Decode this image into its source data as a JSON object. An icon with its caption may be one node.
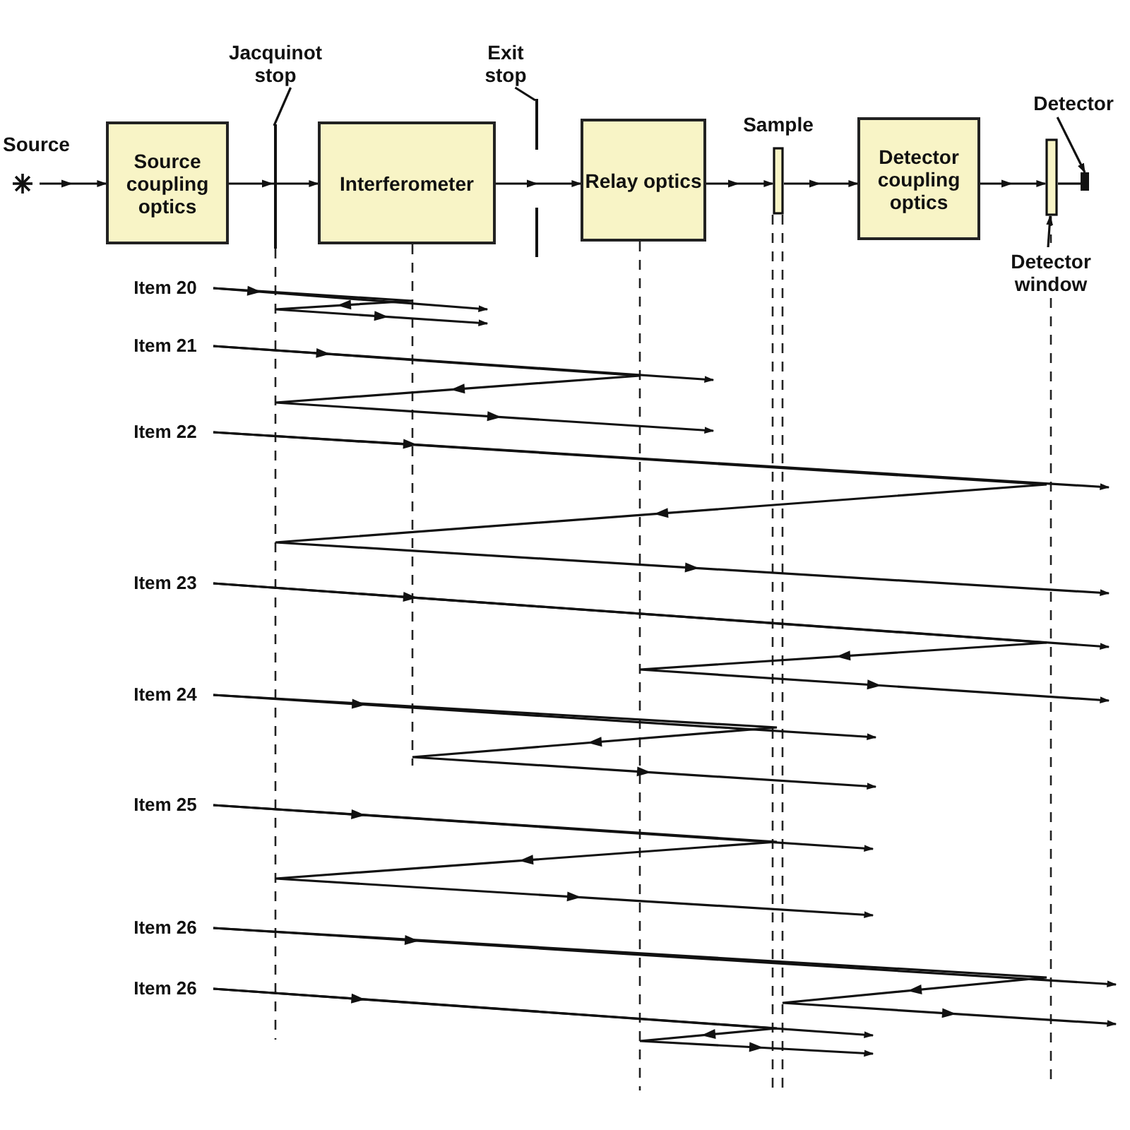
{
  "diagram": {
    "nodes": [
      {
        "text": [],
        "shape": "star",
        "beside": [
          "Source"
        ]
      },
      {
        "text": [
          "Source coupling optics"
        ]
      },
      {
        "text": [
          "Jacquinot stop"
        ]
      },
      {
        "text": [],
        "shape": "bar"
      },
      {
        "text": [
          "Interferometer"
        ]
      },
      {
        "text": [
          "Exit stop"
        ]
      },
      {
        "text": [],
        "shape": "bar"
      },
      {
        "text": [
          "Relay optics"
        ]
      },
      {
        "text": [],
        "shape": "bar",
        "beside": [
          "Sample"
        ]
      },
      {
        "text": [
          "Detector coupling optics"
        ]
      },
      {
        "text": [
          "Detector"
        ]
      },
      {
        "text": [
          "Detector window"
        ]
      },
      {
        "text": [],
        "shape": "bar"
      },
      {
        "text": [],
        "shape": "box"
      },
      {
        "text": [
          "Item 20"
        ]
      },
      {
        "text": [
          "Item 21"
        ]
      },
      {
        "text": [
          "Item 22"
        ]
      },
      {
        "text": [
          "Item 23"
        ]
      },
      {
        "text": [
          "Item 24"
        ]
      },
      {
        "text": [
          "Item 25"
        ]
      },
      {
        "text": [
          "Item 26"
        ]
      },
      {
        "text": [
          "Item 26"
        ]
      }
    ],
    "edges": [
      {
        "from": 0,
        "to": 1,
        "arrow": "to"
      },
      {
        "from": 1,
        "to": 4,
        "arrow": "to"
      },
      {
        "from": 2,
        "to": 3,
        "arrow": "none"
      },
      {
        "from": 4,
        "to": 7,
        "arrow": "to"
      },
      {
        "from": 5,
        "to": 6,
        "arrow": "none"
      },
      {
        "from": 7,
        "to": 8,
        "arrow": "to"
      },
      {
        "from": 8,
        "to": 9,
        "arrow": "to"
      },
      {
        "from": 9,
        "to": 12,
        "arrow": "to"
      },
      {
        "from": 12,
        "to": 13,
        "arrow": "none"
      },
      {
        "from": 10,
        "to": 13,
        "arrow": "to"
      },
      {
        "from": 11,
        "to": 12,
        "arrow": "to"
      },
      {
        "from": 14,
        "to": null,
        "arrow": "to"
      },
      {
        "from": 14,
        "to": null,
        "arrow": "to"
      },
      {
        "from": 15,
        "to": null,
        "arrow": "to"
      },
      {
        "from": 15,
        "to": null,
        "arrow": "to"
      },
      {
        "from": 16,
        "to": null,
        "arrow": "to"
      },
      {
        "from": 16,
        "to": null,
        "arrow": "to"
      },
      {
        "from": 17,
        "to": null,
        "arrow": "to"
      },
      {
        "from": 17,
        "to": null,
        "arrow": "to"
      },
      {
        "from": 18,
        "to": null,
        "arrow": "to"
      },
      {
        "from": 18,
        "to": null,
        "arrow": "to"
      },
      {
        "from": 19,
        "to": null,
        "arrow": "to"
      },
      {
        "from": 19,
        "to": null,
        "arrow": "to"
      },
      {
        "from": 20,
        "to": null,
        "arrow": "to"
      },
      {
        "from": 20,
        "to": null,
        "arrow": "to"
      },
      {
        "from": 21,
        "to": null,
        "arrow": "to"
      },
      {
        "from": 21,
        "to": null,
        "arrow": "to"
      }
    ]
  }
}
